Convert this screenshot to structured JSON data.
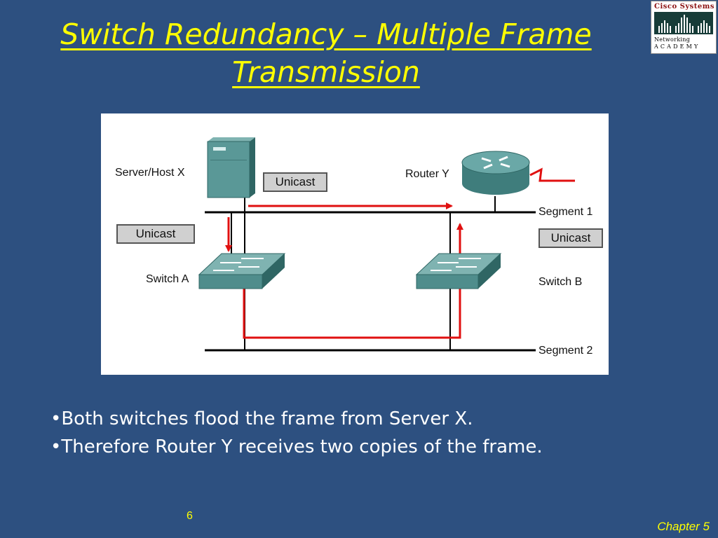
{
  "slide": {
    "title_line1": "Switch Redundancy – Multiple Frame",
    "title_line2": "Transmission",
    "page_number": "6",
    "footer": "Chapter 5"
  },
  "logo": {
    "top_text": "Cisco Systems",
    "bottom_line1": "Networking",
    "bottom_line2": "A C A D E M Y"
  },
  "diagram": {
    "server_label": "Server/Host X",
    "router_label": "Router Y",
    "switch_a_label": "Switch A",
    "switch_b_label": "Switch B",
    "segment1_label": "Segment 1",
    "segment2_label": "Segment 2",
    "unicast_top": "Unicast",
    "unicast_left": "Unicast",
    "unicast_right": "Unicast",
    "colors": {
      "segment": "#000000",
      "frame_path": "#e01010",
      "device": "#4f8d8c"
    }
  },
  "bullets": [
    "•Both switches flood the frame from Server X.",
    "•Therefore Router Y receives two copies of the frame."
  ]
}
